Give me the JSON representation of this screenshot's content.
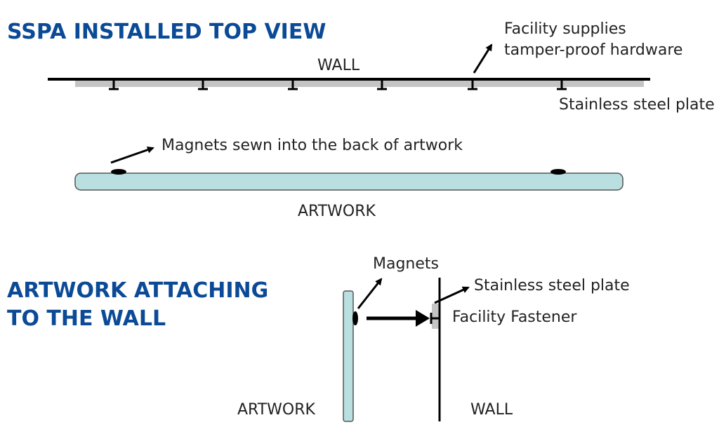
{
  "top_view": {
    "title": "SSPA INSTALLED TOP VIEW",
    "wall_label": "WALL",
    "hardware_note_line1": "Facility supplies",
    "hardware_note_line2": "tamper-proof hardware",
    "plate_label": "Stainless steel plate",
    "magnets_note": "Magnets sewn into the back of artwork",
    "artwork_label": "ARTWORK"
  },
  "side_view": {
    "title_line1": "ARTWORK ATTACHING",
    "title_line2": "TO THE WALL",
    "magnets_label": "Magnets",
    "plate_label": "Stainless steel plate",
    "fastener_label": "Facility Fastener",
    "artwork_label": "ARTWORK",
    "wall_label": "WALL"
  },
  "colors": {
    "title": "#0b4a96",
    "artwork_fill": "#b9dfe0",
    "plate_fill": "#c4c4c4",
    "line": "#000000",
    "text": "#222222"
  }
}
